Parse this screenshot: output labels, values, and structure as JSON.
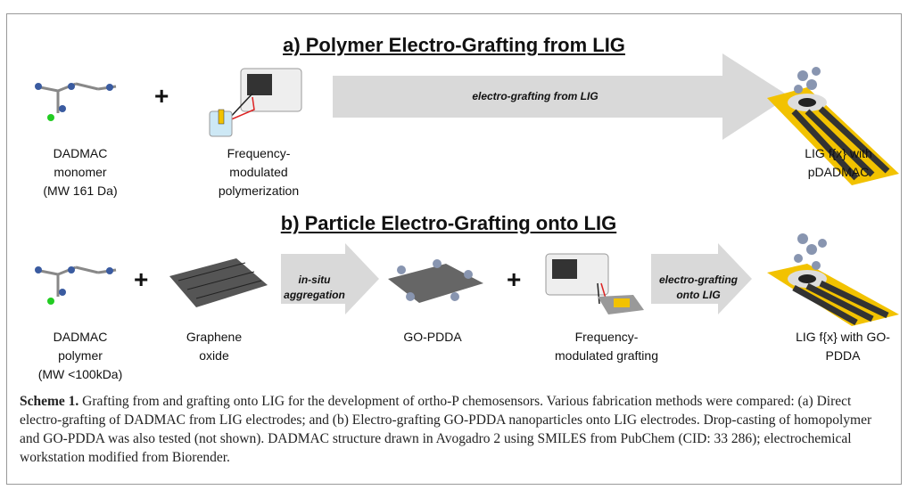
{
  "section_a": {
    "title": "a) Polymer Electro-Grafting from LIG",
    "plus": "+",
    "arrow_label": "electro-grafting from LIG",
    "labels": {
      "monomer": [
        "DADMAC",
        "monomer",
        "(MW 161 Da)"
      ],
      "workstation": [
        "Frequency-",
        "modulated",
        "polymerization"
      ],
      "product": [
        "LIG f{x} with",
        "pDADMAC"
      ]
    }
  },
  "section_b": {
    "title": "b) Particle Electro-Grafting onto LIG",
    "plus": "+",
    "arrow1_label": [
      "in-situ",
      "aggregation"
    ],
    "arrow2_label": [
      "electro-grafting",
      "onto LIG"
    ],
    "labels": {
      "polymer": [
        "DADMAC",
        "polymer",
        "(MW <100kDa)"
      ],
      "graphene": [
        "Graphene",
        "oxide"
      ],
      "gopdda": [
        "GO-PDDA"
      ],
      "workstation": [
        "Frequency-",
        "modulated grafting"
      ],
      "product": [
        "LIG f{x} with GO-",
        "PDDA"
      ]
    }
  },
  "caption": {
    "label": "Scheme 1.",
    "text": " Grafting from and grafting onto LIG for the development of ortho-P chemosensors. Various fabrication methods were compared: (a) Direct electro-grafting of DADMAC from LIG electrodes; and (b) Electro-grafting GO-PDDA nanoparticles onto LIG electrodes. Drop-casting of homopolymer and GO-PDDA was also tested (not shown). DADMAC structure drawn in Avogadro 2 using SMILES from PubChem (CID: 33 286); electrochemical workstation modified from Biorender."
  },
  "colors": {
    "arrow": "#d9d9d9",
    "electrode": "#f2c200",
    "trace": "#333333"
  }
}
